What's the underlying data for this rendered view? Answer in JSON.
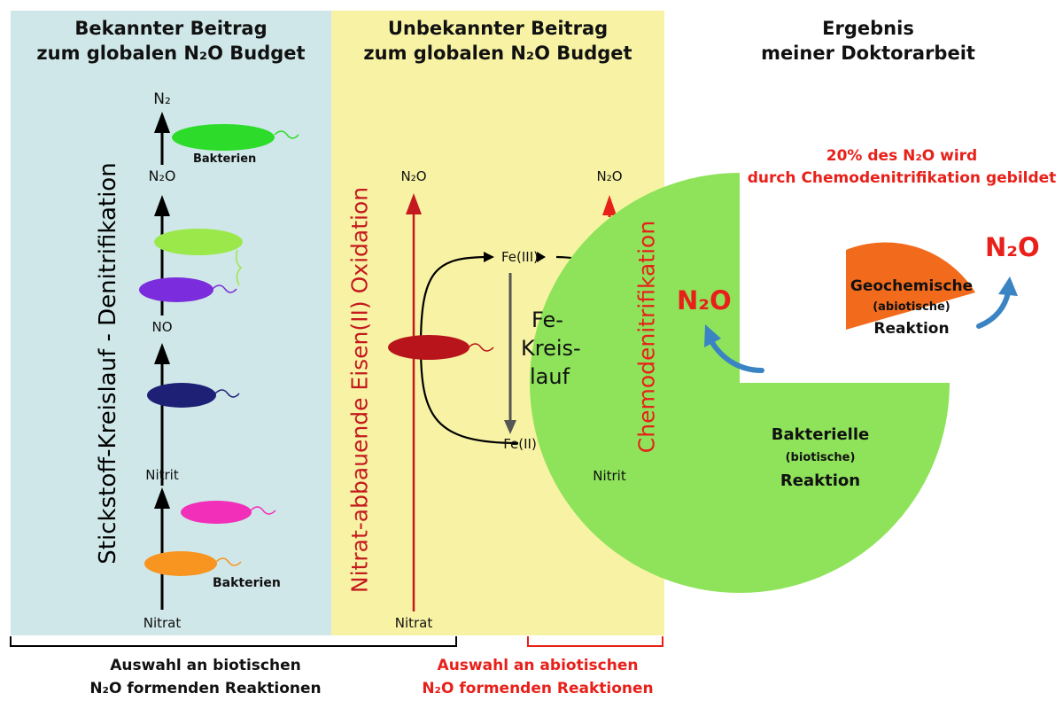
{
  "headers": {
    "known": [
      "Bekannter Beitrag",
      "zum globalen N₂O Budget"
    ],
    "unknown": [
      "Unbekannter Beitrag",
      "zum globalen N₂O Budget"
    ],
    "result": [
      "Ergebnis",
      "meiner Doktorarbeit"
    ]
  },
  "left_panel": {
    "vertical_label": "Stickstoff-Kreislauf - Denitrifikation",
    "n2": "N₂",
    "n2o": "N₂O",
    "no": "NO",
    "nitrit": "Nitrit",
    "nitrat": "Nitrat",
    "bakterien_top": "Bakterien",
    "bakterien_bottom": "Bakterien"
  },
  "mid_panel": {
    "vertical_label_left": "Nitrat-abbauende Eisen(II) Oxidation",
    "vertical_label_right": "Chemodenitrifikation",
    "n2o_left": "N₂O",
    "n2o_right": "N₂O",
    "fe3": "Fe(III)",
    "fe2": "Fe(II)",
    "fe_cycle": [
      "Fe-",
      "Kreis-",
      "lauf"
    ],
    "nitrat": "Nitrat",
    "nitrit": "Nitrit"
  },
  "result_panel": {
    "note": [
      "20% des N₂O wird",
      "durch Chemodenitrifikation gebildet"
    ],
    "n2o_left": "N₂O",
    "n2o_right": "N₂O",
    "geo": [
      "Geochemische",
      "(abiotische)",
      "Reaktion"
    ],
    "bact": [
      "Bakterielle",
      "(biotische)",
      "Reaktion"
    ]
  },
  "footer": {
    "biotic": [
      "Auswahl an biotischen",
      "N₂O formenden  Reaktionen"
    ],
    "abiotic": [
      "Auswahl an abiotischen",
      "N₂O formenden Reaktionen"
    ]
  },
  "chart_data": {
    "type": "pie",
    "categories": [
      "Bakterielle (biotische) Reaktion",
      "Geochemische (abiotische) Reaktion"
    ],
    "values": [
      80,
      20
    ],
    "colors": [
      "#8ee35a",
      "#f26b1d"
    ]
  },
  "colors": {
    "left_panel_bg": "#cfe7e8",
    "mid_panel_bg": "#f8f3a4",
    "accent_red": "#e8201a",
    "dark_red": "#b8141b",
    "blue_arrow": "#3a84c4"
  }
}
